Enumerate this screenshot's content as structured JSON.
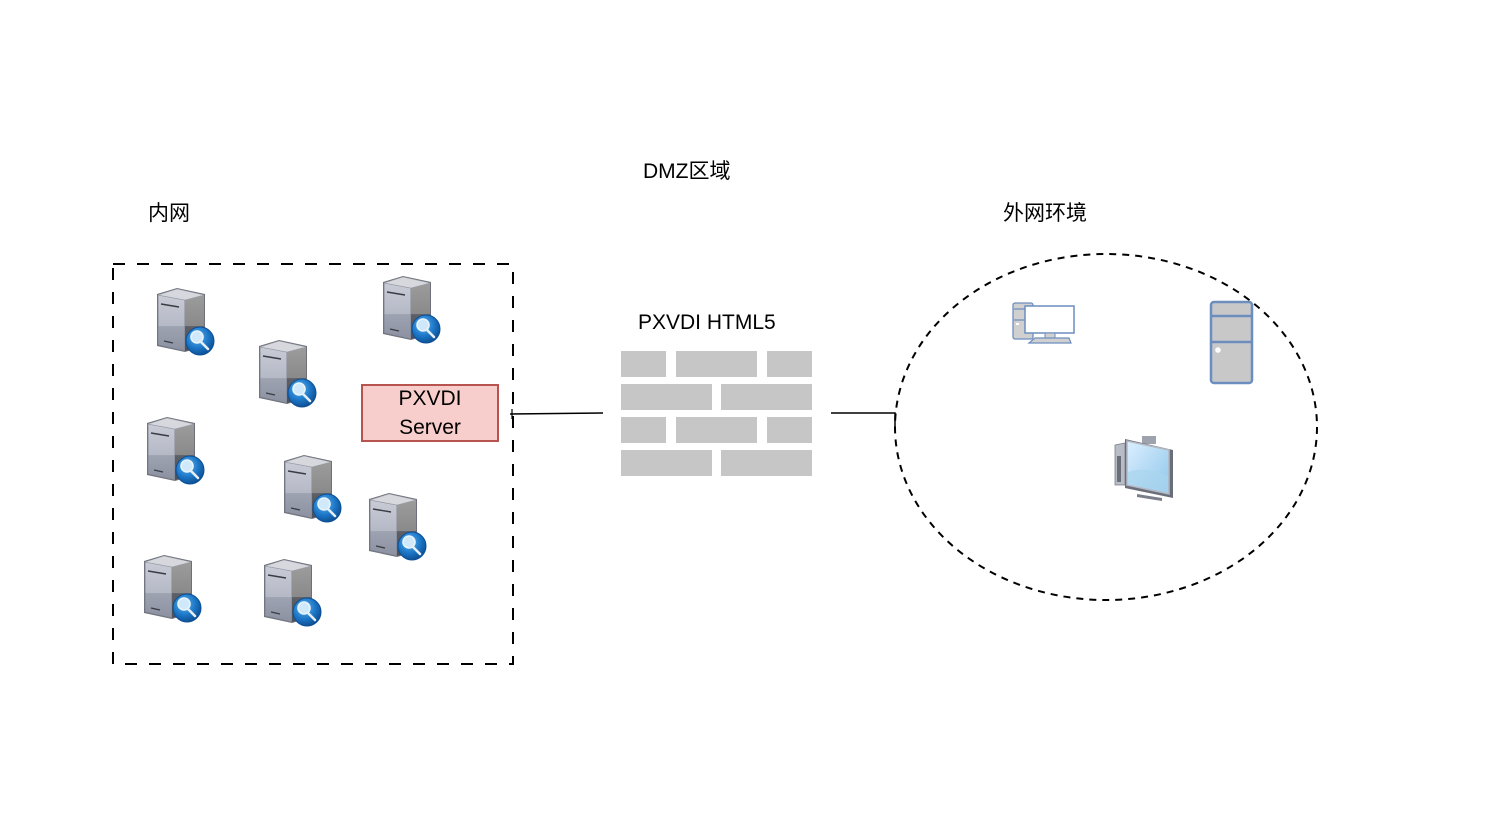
{
  "title": "PXVDI HTML5 network deployment diagram",
  "zones": {
    "intranet": {
      "label": "内网",
      "server_count": 8
    },
    "dmz": {
      "label": "DMZ区域",
      "firewall_label": "PXVDI HTML5"
    },
    "external": {
      "label": "外网环境"
    }
  },
  "server_box": {
    "line1": "PXVDI",
    "line2": "Server",
    "fill": "#f8cecc",
    "stroke": "#b85450"
  },
  "colors": {
    "firewall_brick": "#c6c6c6",
    "client_stroke": "#6c8ebf",
    "client_fill": "#c8c8c8",
    "server_magnifier": "#1a74c4"
  },
  "icons": {
    "intranet_servers": [
      "server-search-icon",
      "server-search-icon",
      "server-search-icon",
      "server-search-icon",
      "server-search-icon",
      "server-search-icon",
      "server-search-icon",
      "server-search-icon"
    ],
    "external_clients": [
      "desktop-pc-icon",
      "tower-pc-icon",
      "workstation-monitor-icon"
    ]
  }
}
